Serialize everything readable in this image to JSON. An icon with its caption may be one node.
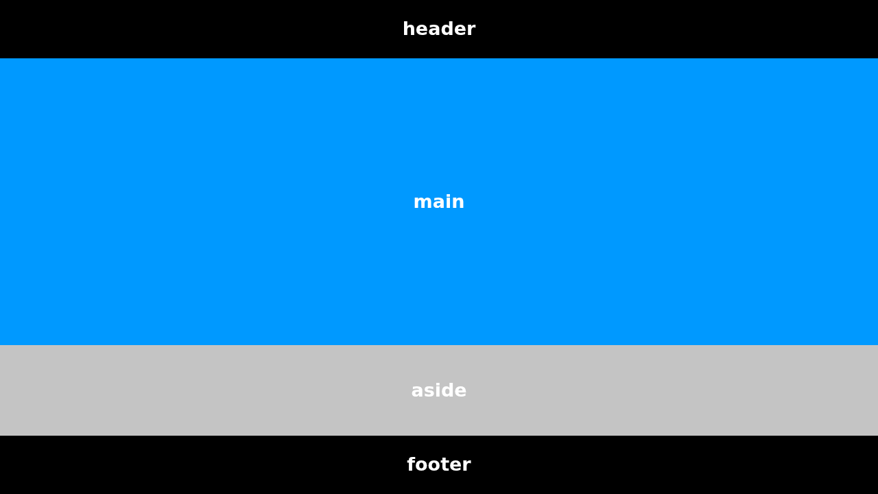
{
  "diagram": {
    "nodes": [
      {
        "text": [
          "header"
        ]
      },
      {
        "text": [
          "main"
        ]
      },
      {
        "text": [
          "aside"
        ]
      },
      {
        "text": [
          "footer"
        ]
      }
    ]
  }
}
